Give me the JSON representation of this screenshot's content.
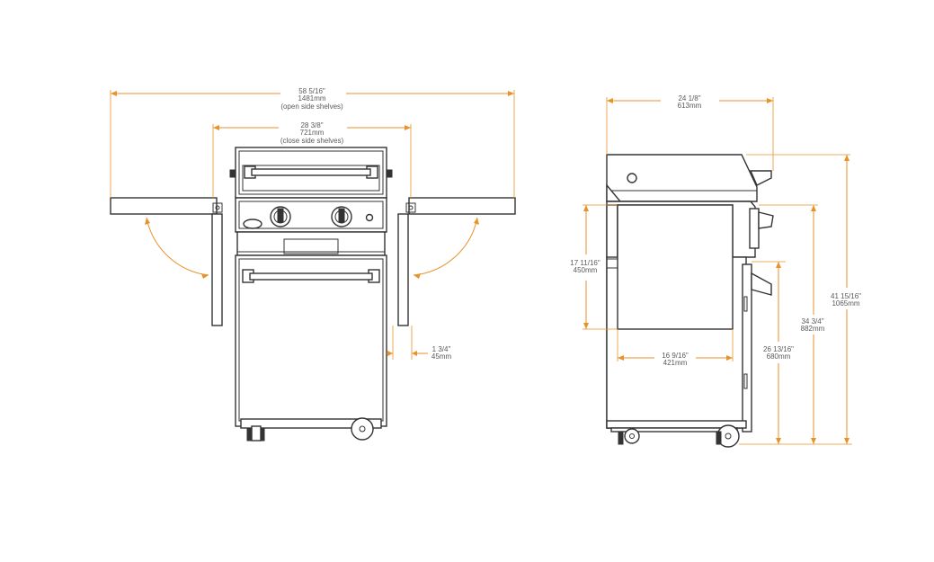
{
  "front": {
    "overall_width": {
      "imperial": "58 5/16\"",
      "metric": "1481mm",
      "note": "(open side shelves)"
    },
    "closed_width": {
      "imperial": "28 3/8\"",
      "metric": "721mm",
      "note": "(close side shelves)"
    },
    "leg_offset": {
      "imperial": "1 3/4\"",
      "metric": "45mm"
    }
  },
  "side": {
    "depth": {
      "imperial": "24 1/8\"",
      "metric": "613mm"
    },
    "door_height": {
      "imperial": "17 11/16\"",
      "metric": "450mm"
    },
    "door_width": {
      "imperial": "16 9/16\"",
      "metric": "421mm"
    },
    "counter_height": {
      "imperial": "26 13/16\"",
      "metric": "680mm"
    },
    "handle_height": {
      "imperial": "34 3/4\"",
      "metric": "882mm"
    },
    "overall_height": {
      "imperial": "41 15/16\"",
      "metric": "1065mm"
    }
  },
  "colors": {
    "dimension": "#e8922a",
    "outline": "#333333",
    "text": "#5a5a5a"
  }
}
